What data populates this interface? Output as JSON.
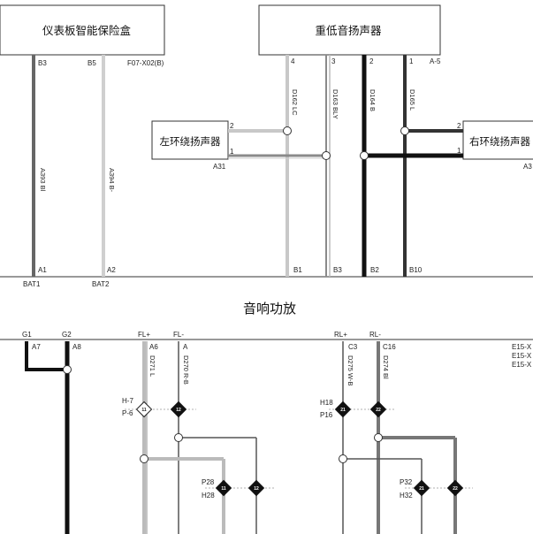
{
  "components": {
    "fuse_box": "仪表板智能保险盒",
    "subwoofer": "重低音扬声器",
    "left_surround": "左环绕扬声器",
    "right_surround": "右环绕扬声器",
    "amplifier": "音响功放"
  },
  "pins": {
    "fuse_b3": "B3",
    "fuse_b5": "B5",
    "fuse_conn": "F07-X02(B)",
    "sub_4": "4",
    "sub_3": "3",
    "sub_2": "2",
    "sub_1": "1",
    "sub_conn": "A-5",
    "ls_2": "2",
    "ls_1": "1",
    "ls_conn": "A31",
    "rs_2": "2",
    "rs_1": "1",
    "rs_conn": "A3",
    "a1": "A1",
    "a2": "A2",
    "b1": "B1",
    "b3": "B3",
    "b2": "B2",
    "b10": "B10",
    "bat1": "BAT1",
    "bat2": "BAT2",
    "g1": "G1",
    "g2": "G2",
    "a7": "A7",
    "a8": "A8",
    "flp": "FL+",
    "flm": "FL-",
    "a6": "A6",
    "a_fl": "A",
    "rlp": "RL+",
    "rlm": "RL-",
    "c3": "C3",
    "c16": "C16",
    "e15a": "E15-X",
    "e15b": "E15-X",
    "e15c": "E15-X",
    "h_l": "H-7",
    "p_l": "P-6",
    "h18": "H18",
    "p16": "P16",
    "p28": "P28",
    "h28": "H28",
    "p32": "P32",
    "h32": "H32"
  },
  "wires": {
    "w_a393": "A393 Bl",
    "w_a394": "A394 B-",
    "w_d162": "D162 LC",
    "w_d163": "D163 BLY",
    "w_d164": "D164 B",
    "w_d165": "D165 L",
    "w_d271": "D271 L",
    "w_d270": "D270 R-B",
    "w_d275": "D275 W-B",
    "w_d274": "D274 Bl"
  },
  "diamonds": {
    "d1": "11",
    "d2": "12",
    "d3": "11",
    "d4": "12",
    "d5": "21",
    "d6": "22",
    "d7": "21",
    "d8": "22"
  }
}
